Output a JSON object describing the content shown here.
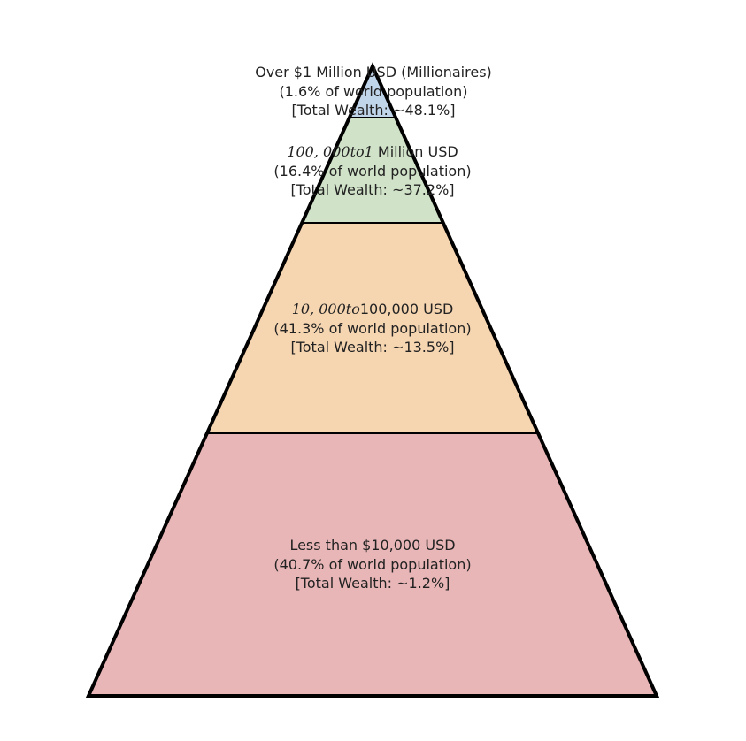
{
  "diagram": {
    "type": "pyramid",
    "tiers": [
      {
        "name": "over-1m",
        "line1": "Over $1 Million USD (Millionaires)",
        "line2": "(1.6% of world population)",
        "line3": "[Total Wealth: ~48.1%]",
        "population_share_pct": 1.6,
        "wealth_share_pct": 48.1,
        "color": "#c0d4ea"
      },
      {
        "name": "100k-to-1m",
        "line1_math": "100, 000to1",
        "line1_rest": " Million USD",
        "line2": "(16.4% of world population)",
        "line3": "[Total Wealth: ~37.2%]",
        "population_share_pct": 16.4,
        "wealth_share_pct": 37.2,
        "color": "#d0e3c8"
      },
      {
        "name": "10k-to-100k",
        "line1_math": "10, 000to",
        "line1_rest": "100,000 USD",
        "line2": "(41.3% of world population)",
        "line3": "[Total Wealth: ~13.5%]",
        "population_share_pct": 41.3,
        "wealth_share_pct": 13.5,
        "color": "#f6d5b1"
      },
      {
        "name": "under-10k",
        "line1": "Less than $10,000 USD",
        "line2": "(40.7% of world population)",
        "line3": "[Total Wealth: ~1.2%]",
        "population_share_pct": 40.7,
        "wealth_share_pct": 1.2,
        "color": "#e9b6b7"
      }
    ]
  }
}
